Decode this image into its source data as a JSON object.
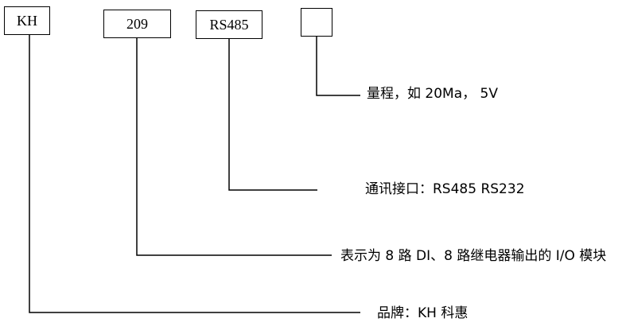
{
  "boxes": {
    "brand_code": "KH",
    "model_code": "209",
    "comm_code": "RS485",
    "range_code": ""
  },
  "descriptions": {
    "range": "量程，如 20Ma， 5V",
    "comm": "通讯接口：RS485    RS232",
    "io": "表示为 8 路 DI、8 路继电器输出的 I/O 模块",
    "brand": "品牌：KH 科惠"
  }
}
